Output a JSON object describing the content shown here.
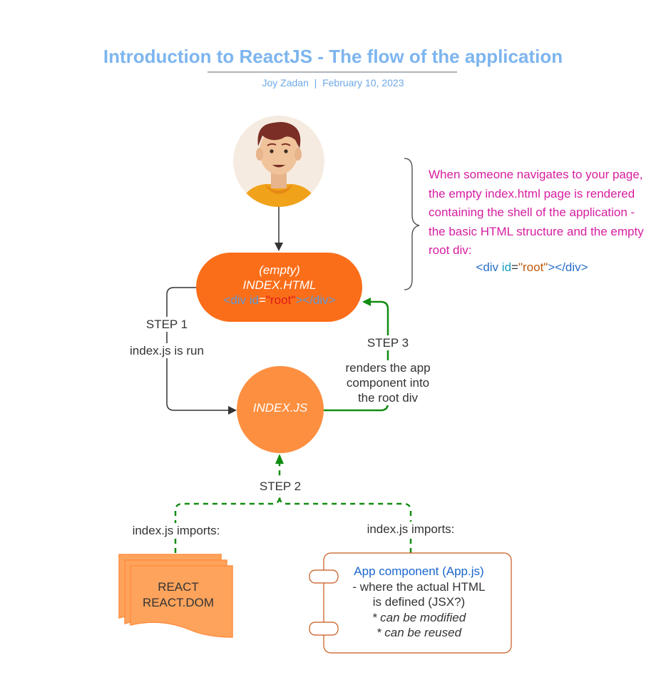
{
  "header": {
    "title": "Introduction to ReactJS - The flow of the application",
    "author": "Joy Zadan",
    "separator": "|",
    "date": "February 10, 2023"
  },
  "nodes": {
    "index_html": {
      "top": "(empty)",
      "name": "INDEX.HTML",
      "code": {
        "open": "<div",
        "attr": "id",
        "eq": "=",
        "value": "\"root\"",
        "close": "></div>"
      }
    },
    "index_js": {
      "name": "INDEX.JS"
    },
    "react_doc": {
      "line1": "REACT",
      "line2": "REACT.DOM"
    },
    "app_component": {
      "title": "App component (App.js)",
      "line1": "- where the actual HTML",
      "line2": "is defined (JSX?)",
      "line3": "* can be modified",
      "line4": "* can be reused"
    }
  },
  "steps": {
    "step1": {
      "label": "STEP 1",
      "desc": "index.js is run"
    },
    "step2": {
      "label": "STEP 2"
    },
    "step3": {
      "label": "STEP 3",
      "desc_line1": "renders the app",
      "desc_line2": "component into",
      "desc_line3": "the root div"
    }
  },
  "imports": {
    "left": "index.js imports:",
    "right": "index.js imports:"
  },
  "note": {
    "text": "When someone navigates to your page, the empty index.html page is rendered containing the shell of the application - the basic HTML structure and the empty root div:",
    "code": {
      "open": "<div",
      "attr": "id",
      "eq": "=",
      "value": "\"root\"",
      "close": "></div>"
    }
  },
  "colors": {
    "title": "#7db5ef",
    "orange_dark": "#fb6e19",
    "orange": "#fd8f40",
    "orange_light": "#fea35c",
    "green": "#118c11",
    "note": "#d61ea0",
    "arrow": "#333333"
  },
  "icons": {
    "user": "user-avatar-icon"
  }
}
